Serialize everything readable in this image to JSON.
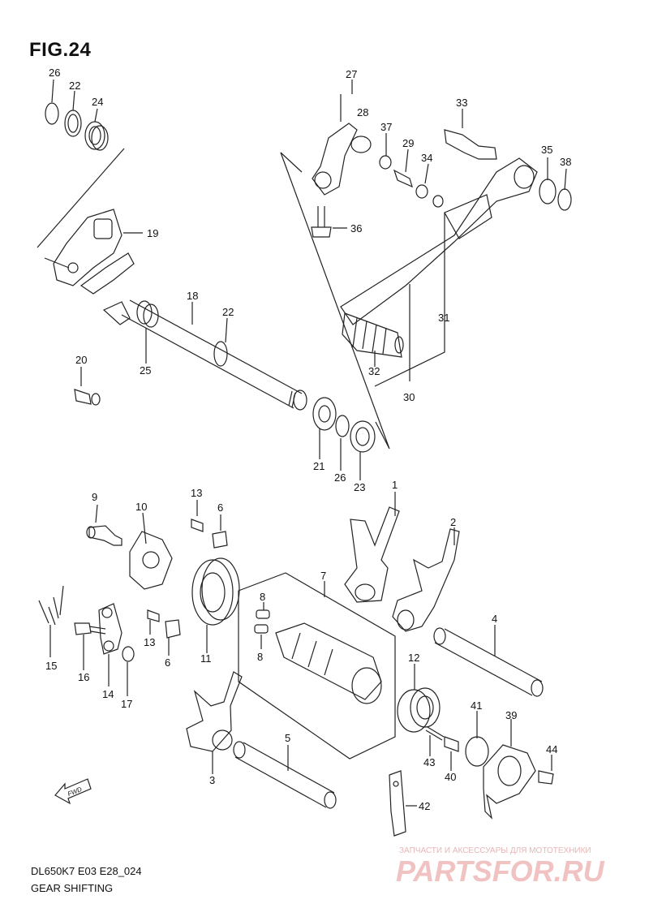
{
  "figure": {
    "title": "FIG.24"
  },
  "footer": {
    "model_code": "DL650K7 E03 E28_024",
    "section_name": "GEAR SHIFTING"
  },
  "watermark": {
    "tagline": "ЗАПЧАСТИ И АКСЕССУАРЫ ДЛЯ МОТОТЕХНИКИ",
    "brand": "PARTSFOR.RU"
  },
  "fwd_label": "FWD",
  "callouts": [
    "26",
    "22",
    "24",
    "19",
    "18",
    "22",
    "25",
    "20",
    "27",
    "28",
    "37",
    "29",
    "33",
    "34",
    "35",
    "38",
    "36",
    "31",
    "32",
    "30",
    "21",
    "26",
    "23",
    "1",
    "2",
    "9",
    "10",
    "13",
    "6",
    "7",
    "8",
    "8",
    "4",
    "11",
    "12",
    "13",
    "6",
    "15",
    "16",
    "14",
    "17",
    "3",
    "5",
    "41",
    "39",
    "44",
    "43",
    "40",
    "42"
  ]
}
